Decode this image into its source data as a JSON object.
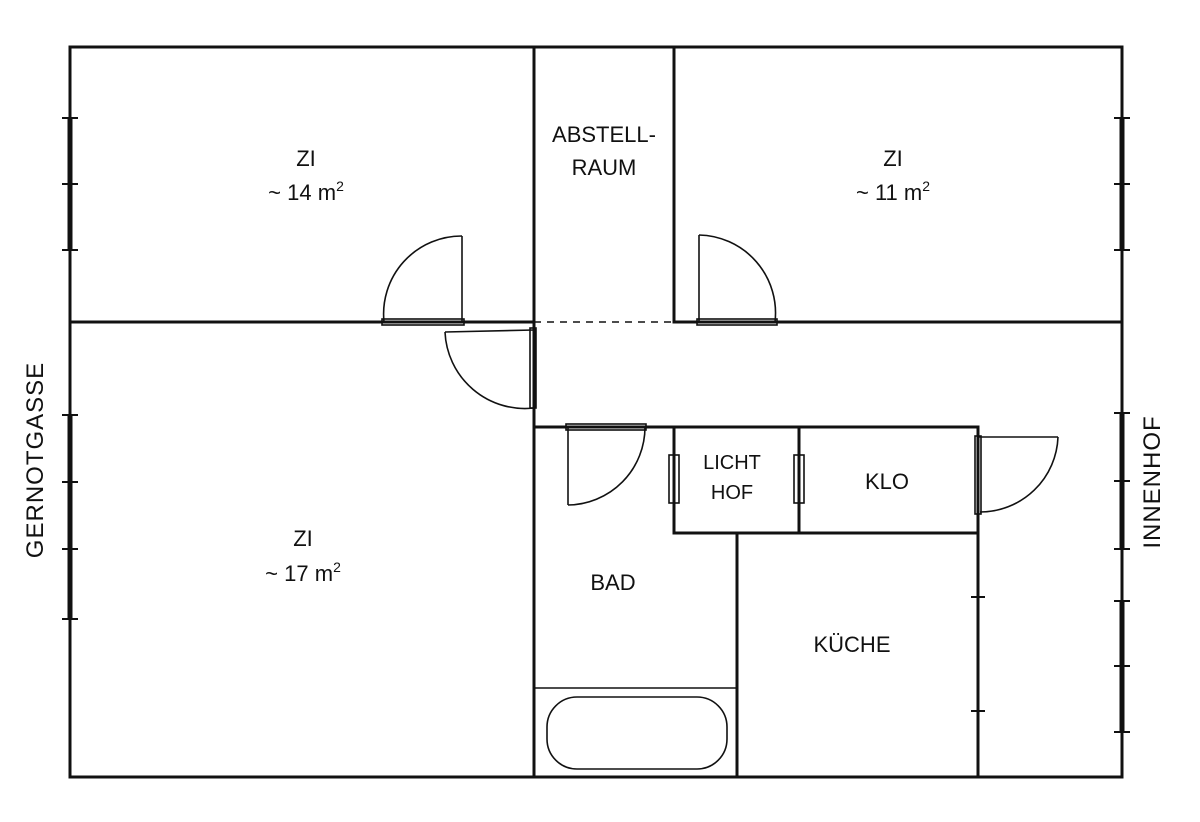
{
  "rooms": {
    "zi_top_left": {
      "name": "ZI",
      "prefix": "~",
      "area_num": "14",
      "area_unit": "m",
      "area_exp": "2"
    },
    "abstell": {
      "line1": "ABSTELL-",
      "line2": "RAUM"
    },
    "zi_top_right": {
      "name": "ZI",
      "prefix": "~",
      "area_num": "11",
      "area_unit": "m",
      "area_exp": "2"
    },
    "zi_bottom_left": {
      "name": "ZI",
      "prefix": "~",
      "area_num": "17",
      "area_unit": "m",
      "area_exp": "2"
    },
    "lichthof": {
      "line1": "LICHT",
      "line2": "HOF"
    },
    "klo": {
      "name": "KLO"
    },
    "bad": {
      "name": "BAD"
    },
    "kueche": {
      "name": "KÜCHE"
    }
  },
  "streets": {
    "left": "GERNOTGASSE",
    "right": "INNENHOF"
  }
}
